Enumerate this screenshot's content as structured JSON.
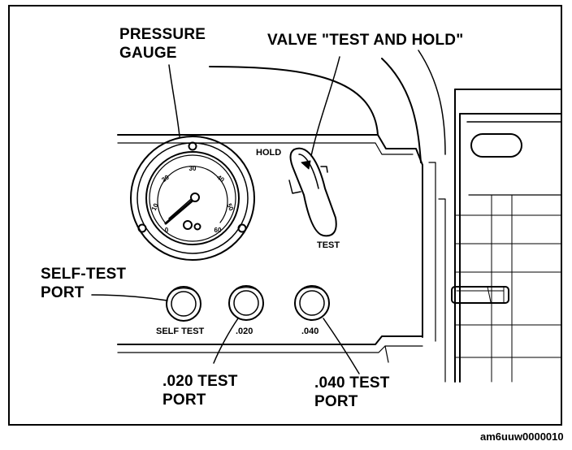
{
  "callouts": {
    "pressure_gauge": [
      "PRESSURE",
      "GAUGE"
    ],
    "valve": "VALVE \"TEST AND HOLD\"",
    "self_test_port": [
      "SELF-TEST",
      "PORT"
    ],
    "port_020": [
      ".020 TEST",
      "PORT"
    ],
    "port_040": [
      ".040 TEST",
      "PORT"
    ]
  },
  "panel_labels": {
    "hold": "HOLD",
    "test": "TEST",
    "self_test": "SELF TEST",
    "p020": ".020",
    "p040": ".040"
  },
  "gauge_scale": [
    "0",
    "10",
    "20",
    "30",
    "40",
    "50",
    "60"
  ],
  "figure_code": "am6uuw0000010"
}
